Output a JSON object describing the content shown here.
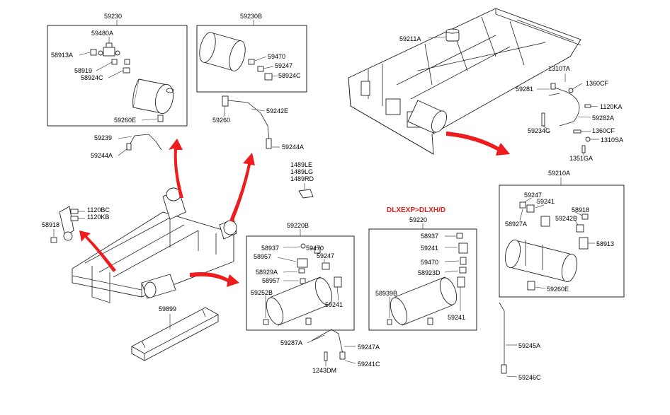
{
  "labels": {
    "box1": {
      "title": "59230",
      "p1": "59480A",
      "p2": "58913A",
      "p3": "58919",
      "p4": "58924C",
      "p5": "59260E"
    },
    "box1_out": {
      "p1": "59239",
      "p2": "59244A"
    },
    "box2": {
      "title": "59230B",
      "p1": "59470",
      "p2": "59247",
      "p3": "58924C"
    },
    "box2_out": {
      "p1": "59242E",
      "p2": "59260",
      "p3": "59244A"
    },
    "frame_top": {
      "p1": "59211A",
      "p2": "1310TA",
      "p3": "1360CF",
      "p4": "59281",
      "p5": "1120KA",
      "p6": "59282A",
      "p7": "59234G",
      "p8": "1360CF",
      "p9": "1310SA",
      "p10": "1351GA"
    },
    "clip": {
      "p1": "1489LE",
      "p2": "1489LG",
      "p3": "1489RD"
    },
    "left": {
      "p1": "1120BC",
      "p2": "1120KB",
      "p3": "58918"
    },
    "box3": {
      "title": "59220B",
      "p1": "58937",
      "p2": "59470",
      "p3": "58957",
      "p4": "59247",
      "p5": "58929A",
      "p6": "58957",
      "p7": "59252B",
      "p8": "59241"
    },
    "box3_out": {
      "p1": "59287A",
      "p2": "59247A",
      "p3": "59241C",
      "p4": "1243DM"
    },
    "box4": {
      "variant": "DLXEXP>DLXH/D",
      "title": "59220",
      "p1": "58937",
      "p2": "59241",
      "p3": "59470",
      "p4": "58923D",
      "p5": "58939B",
      "p6": "59241"
    },
    "box5": {
      "title": "59210A",
      "p1": "59247",
      "p2": "59241",
      "p3": "58927A",
      "p4": "58918",
      "p5": "59242B",
      "p6": "58913",
      "p7": "59260E"
    },
    "box5_out": {
      "p1": "59245A",
      "p2": "59246C"
    },
    "bracket": {
      "p1": "59899"
    }
  }
}
